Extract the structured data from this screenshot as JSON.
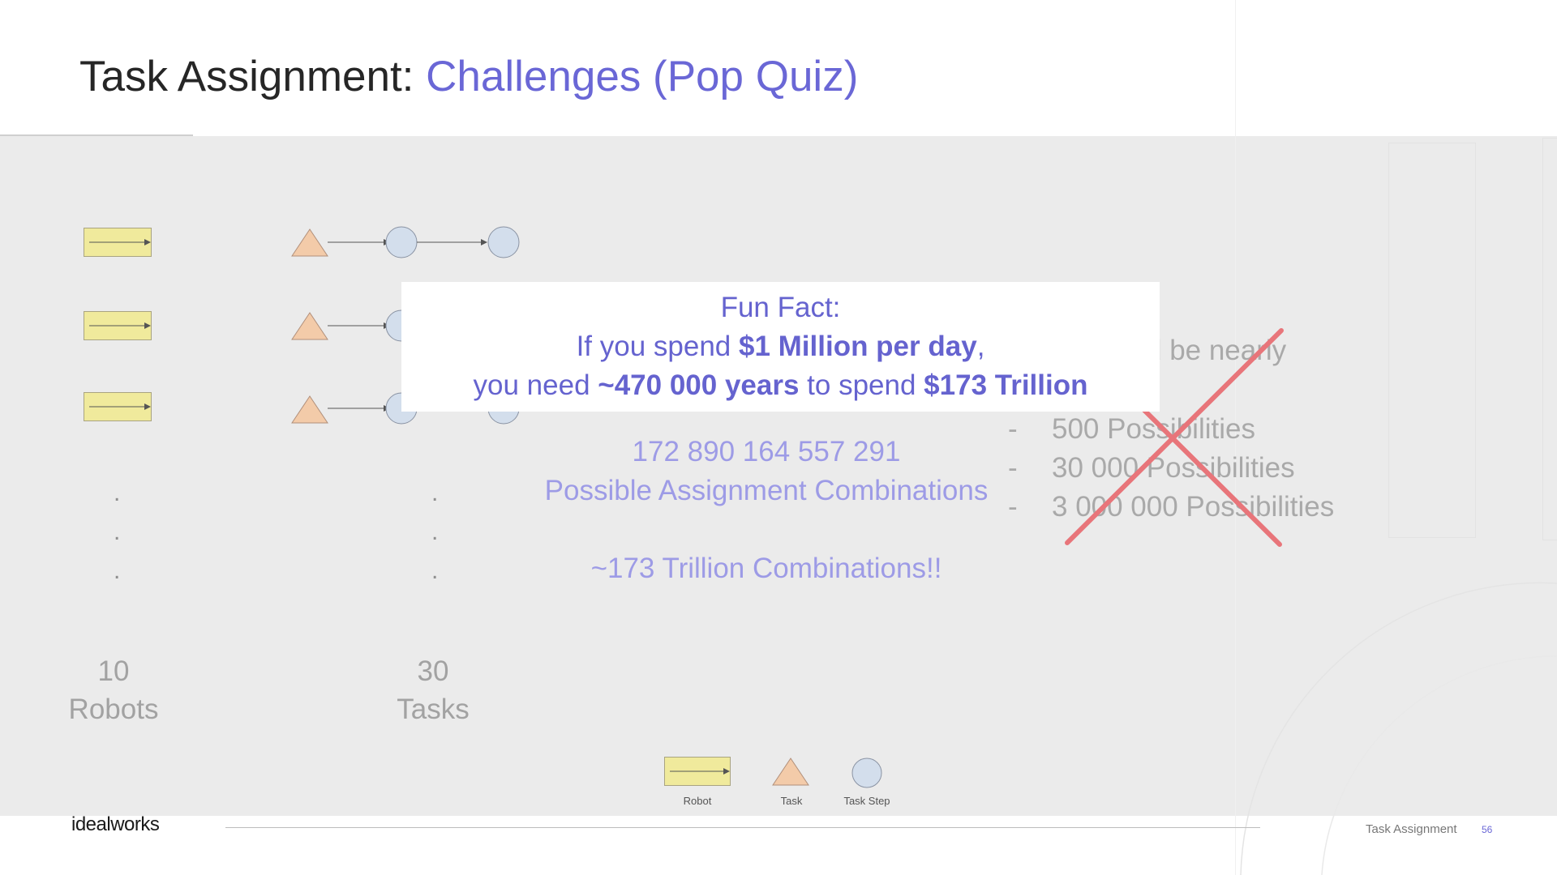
{
  "slide": {
    "title_plain": "Task Assignment: ",
    "title_accent": "Challenges (Pop Quiz)",
    "colors": {
      "accent": "#6a67d6",
      "robot_fill": "#f0ea9c",
      "task_fill": "#f3cba9",
      "step_fill": "#d3deec",
      "cross": "#e8757a"
    }
  },
  "left_counts": {
    "robots_number": "10",
    "robots_label": "Robots",
    "tasks_number": "30",
    "tasks_label": "Tasks"
  },
  "ellipsis": {
    "dot": "."
  },
  "combinations": {
    "number": "172 890 164 557 291",
    "label": "Possible Assignment Combinations",
    "summary": "~173 Trillion Combinations!!"
  },
  "quiz_options": {
    "partial_text": "d be nearly",
    "dash": "-",
    "items": [
      "500 Possibilities",
      "30 000 Possibilities",
      "3 000 000 Possibilities"
    ]
  },
  "fun_fact": {
    "heading": "Fun Fact:",
    "line1_a": "If you spend ",
    "line1_b": "$1 Million per day",
    "line1_c": ",",
    "line2_a": "you need ",
    "line2_b": "~470 000 years",
    "line2_c": " to spend ",
    "line2_d": "$173 Trillion"
  },
  "legend": {
    "robot": "Robot",
    "task": "Task",
    "task_step": "Task Step"
  },
  "footer": {
    "logo": "idealworks",
    "section": "Task Assignment",
    "page": "56"
  }
}
